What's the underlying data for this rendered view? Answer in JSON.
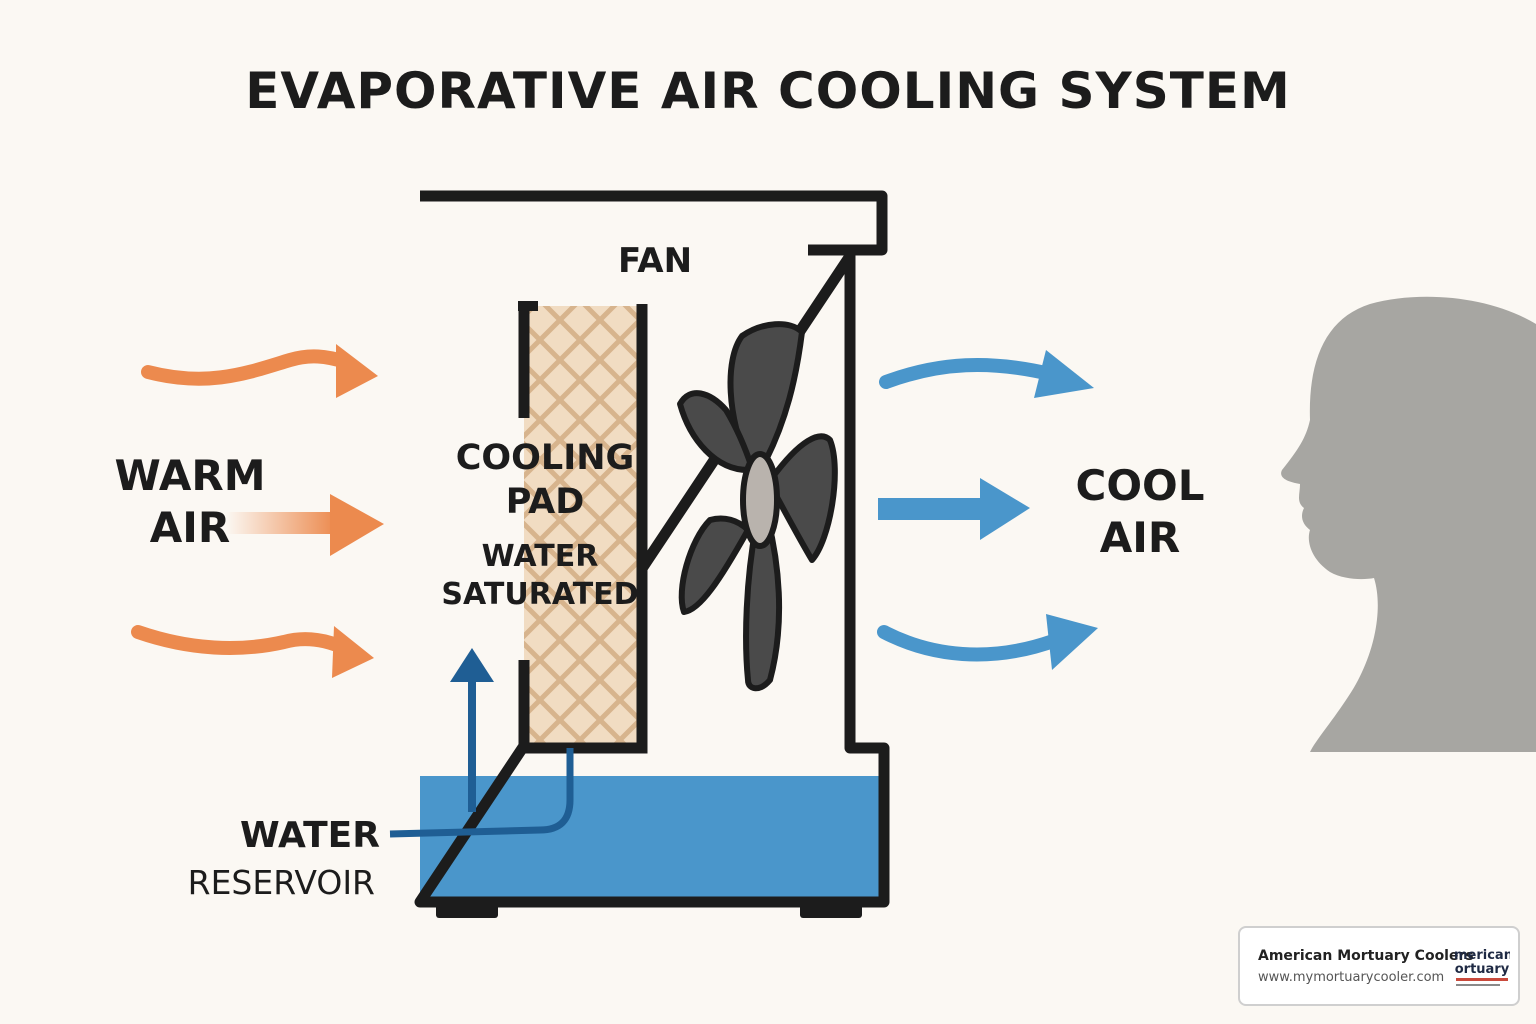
{
  "title": "EVAPORATIVE AIR COOLING SYSTEM",
  "labels": {
    "warm_air": [
      "WARM",
      "AIR"
    ],
    "cool_air": [
      "COOL",
      "AIR"
    ],
    "fan": "FAN",
    "cooling_pad": [
      "COOLING",
      "PAD"
    ],
    "water_saturated": [
      "WATER",
      "SATURATED"
    ],
    "water": "WATER",
    "reservoir": "RESERVOIR"
  },
  "watermark": {
    "company": "American Mortuary Coolers",
    "url": "www.mymortuarycooler.com",
    "logo_text": [
      "merican",
      "ortuary"
    ]
  },
  "colors": {
    "warm": "#ec8a4e",
    "cool": "#4a96cb",
    "water": "#4a96cb",
    "outline": "#1c1c1c",
    "fan": "#4a4a4a",
    "pad": "#f1dcc2",
    "pad_mesh": "#d7b48d",
    "person": "#a7a6a2"
  }
}
